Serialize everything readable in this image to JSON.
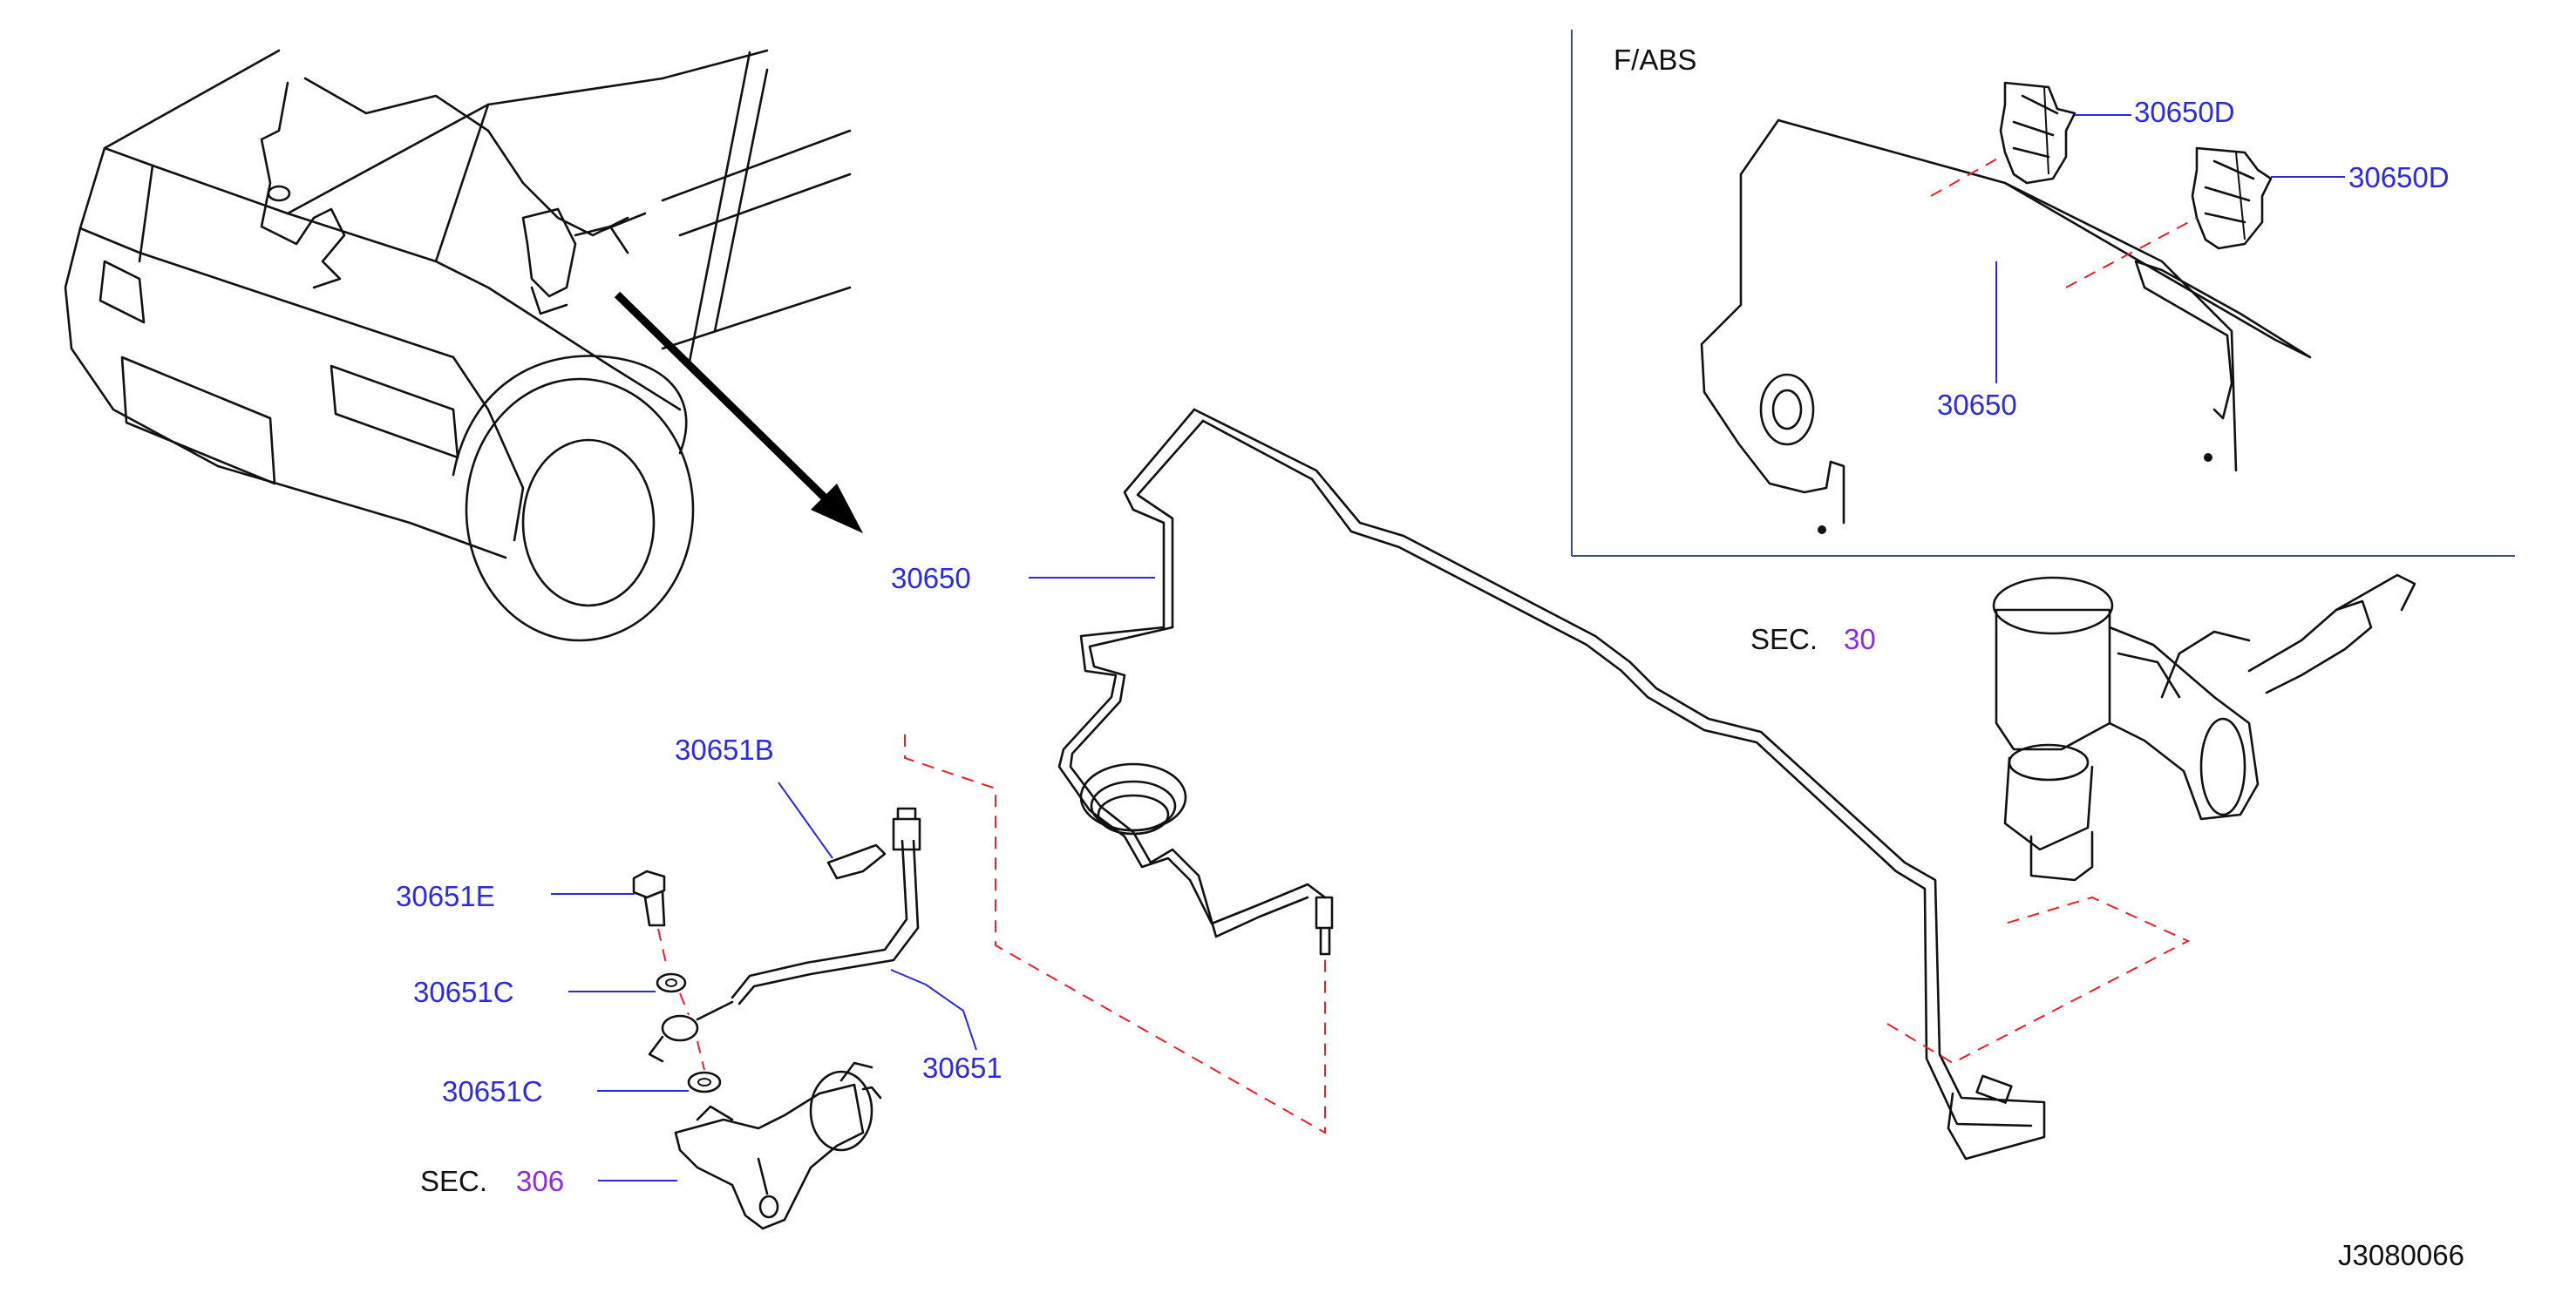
{
  "labels": {
    "fabs": "F/ABS",
    "p30650d_a": "30650D",
    "p30650d_b": "30650D",
    "p30650_inset": "30650",
    "p30650_main": "30650",
    "sec_top": "SEC.",
    "sec_top_num": "30",
    "p30651b": "30651B",
    "p30651e": "30651E",
    "p30651c_a": "30651C",
    "p30651c_b": "30651C",
    "p30651": "30651",
    "sec_bottom": "SEC.",
    "sec_bottom_num": "306",
    "diagram_id": "J3080066"
  },
  "colors": {
    "part_label": "#2b2bd9",
    "section_ref": "#8a2be2",
    "dashed_guide": "#e8202a",
    "line_art": "#111111"
  }
}
